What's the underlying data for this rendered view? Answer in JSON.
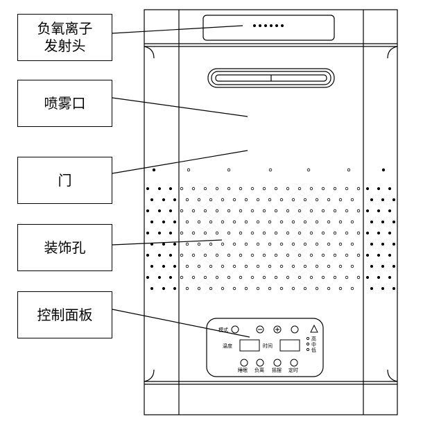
{
  "labels": {
    "ion_emitter": [
      "负氧离子",
      "发射头"
    ],
    "spray_outlet": "喷雾口",
    "door": "门",
    "decor_holes": "装饰孔",
    "control_panel": "控制面板"
  },
  "panel": {
    "top_left": "模式",
    "mid_left": "温度",
    "mid_time": "时间",
    "speed_high": "高",
    "speed_mid": "中",
    "speed_low": "低",
    "btn1": "睡眠",
    "btn2": "负离",
    "btn3": "摇摆",
    "btn4": "定时"
  }
}
